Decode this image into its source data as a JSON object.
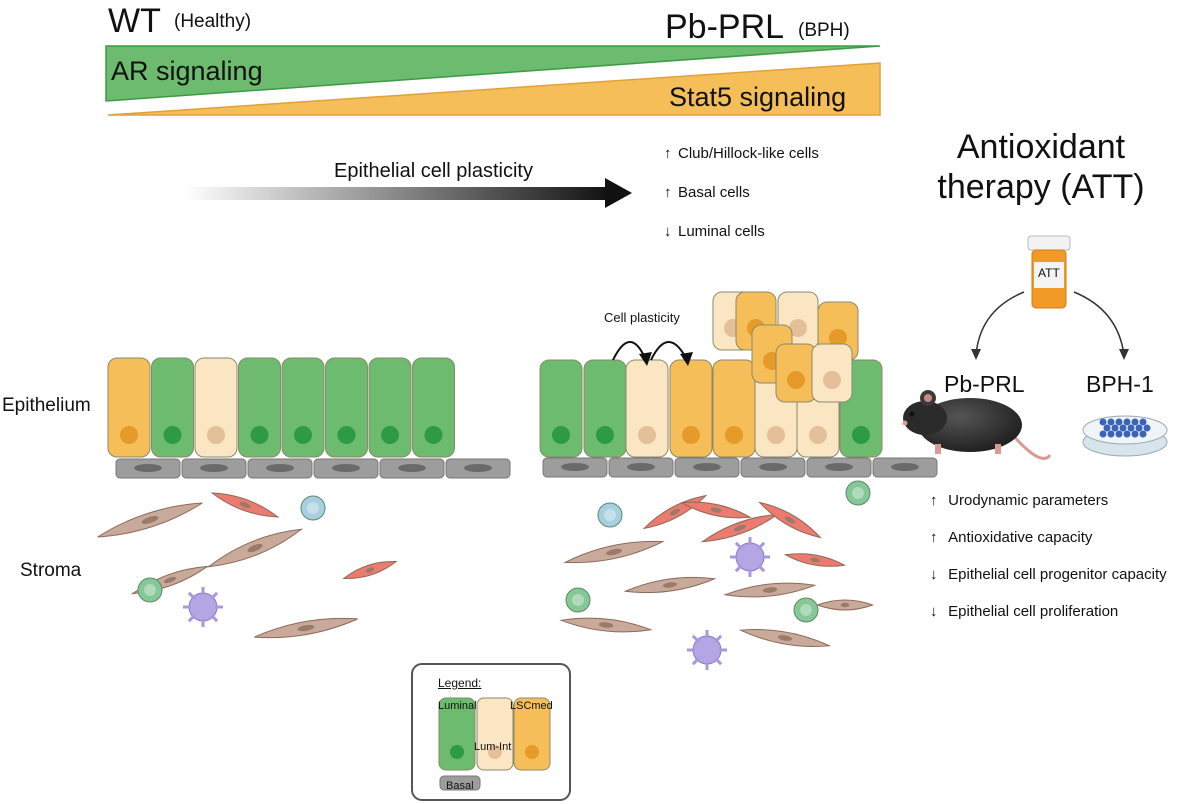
{
  "header": {
    "wt": "WT",
    "wt_paren": "(Healthy)",
    "pbprl": "Pb-PRL",
    "pbprl_paren": "(BPH)"
  },
  "gradients": {
    "ar": "AR signaling",
    "stat5": "Stat5 signaling",
    "ar_color": "#6dbb6f",
    "stat5_color": "#f5be58"
  },
  "plasticity": {
    "label": "Epithelial cell plasticity",
    "changes": [
      {
        "dir": "up",
        "text": "Club/Hillock-like cells"
      },
      {
        "dir": "up",
        "text": "Basal cells"
      },
      {
        "dir": "down",
        "text": "Luminal cells"
      }
    ],
    "cell_plasticity": "Cell plasticity"
  },
  "tissue": {
    "epithelium": "Epithelium",
    "stroma": "Stroma"
  },
  "att": {
    "title_line1": "Antioxidant",
    "title_line2": "therapy (ATT)",
    "bottle_label": "ATT",
    "model1": "Pb-PRL",
    "model2": "BPH-1",
    "effects": [
      {
        "dir": "up",
        "text": "Urodynamic parameters"
      },
      {
        "dir": "up",
        "text": "Antioxidative capacity"
      },
      {
        "dir": "down",
        "text": "Epithelial cell progenitor capacity"
      },
      {
        "dir": "down",
        "text": "Epithelial cell proliferation"
      }
    ]
  },
  "legend": {
    "title": "Legend:",
    "luminal": "Luminal",
    "lscmed": "LSCmed",
    "lumint": "Lum-Int",
    "basal": "Basal"
  },
  "colors": {
    "luminal": "#6dbb6f",
    "luminal_nucleus": "#2e9a45",
    "lumint": "#fbe6c4",
    "lumint_nucleus": "#e3bf9a",
    "lscmed": "#f5be58",
    "lscmed_nucleus": "#e59a2a",
    "basal": "#9d9d9d",
    "fibro": "#c9aa9a",
    "myo": "#ec7b6f"
  }
}
